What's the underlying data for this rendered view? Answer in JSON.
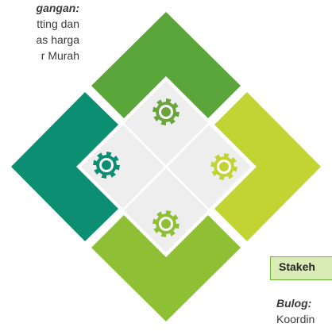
{
  "diagram": {
    "colors": {
      "top": "#5ba63b",
      "left": "#0c8e72",
      "right": "#c2d434",
      "bottom": "#8fbf35",
      "center_tile": "#eeeeee",
      "gear_top": "#6aa53c",
      "gear_left": "#0c8e72",
      "gear_right": "#c2d434",
      "gear_bottom": "#8fbf35"
    },
    "icons": [
      "gear-icon",
      "gear-icon",
      "gear-icon",
      "gear-icon"
    ]
  },
  "top_left_text": {
    "heading": "gangan:",
    "line1": "tting dan",
    "line2": "as harga",
    "line3": "r Murah"
  },
  "stakeholder_box": {
    "label": "Stakeh"
  },
  "bottom_right_text": {
    "heading": "Bulog:",
    "line1": "Koordin"
  }
}
